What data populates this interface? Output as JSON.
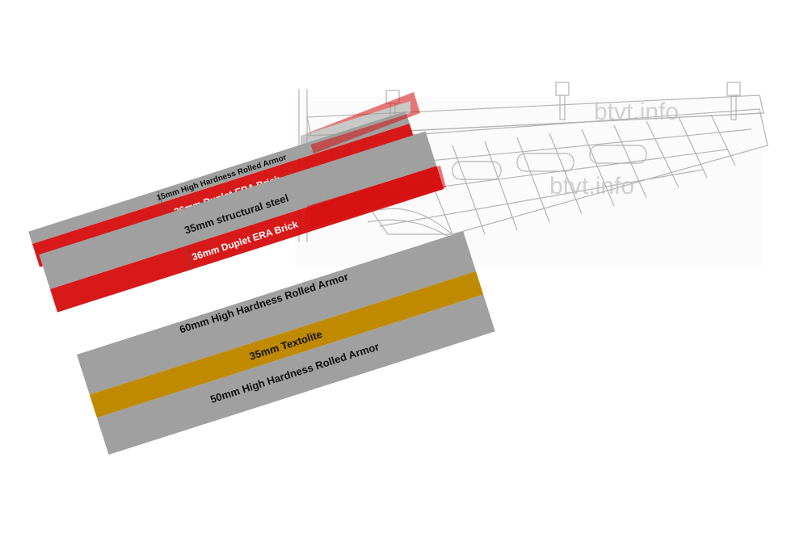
{
  "watermark": "btvt.info",
  "layers": {
    "l1": "15mm High Hardness Rolled Armor",
    "l2": "36mm Duplet ERA Brick",
    "l3": "35mm structural steel",
    "l4": "36mm Duplet ERA Brick",
    "l5": "60mm High Hardness Rolled Armor",
    "l6": "35mm Textolite",
    "l7": "50mm High Hardness Rolled Armor"
  },
  "colors": {
    "armor": "#a0a0a0",
    "era": "#d60d0d",
    "textolite": "#c08a00",
    "label_dark": "#111111",
    "label_light": "#ffffff",
    "sketch": "#b4b4b4"
  }
}
